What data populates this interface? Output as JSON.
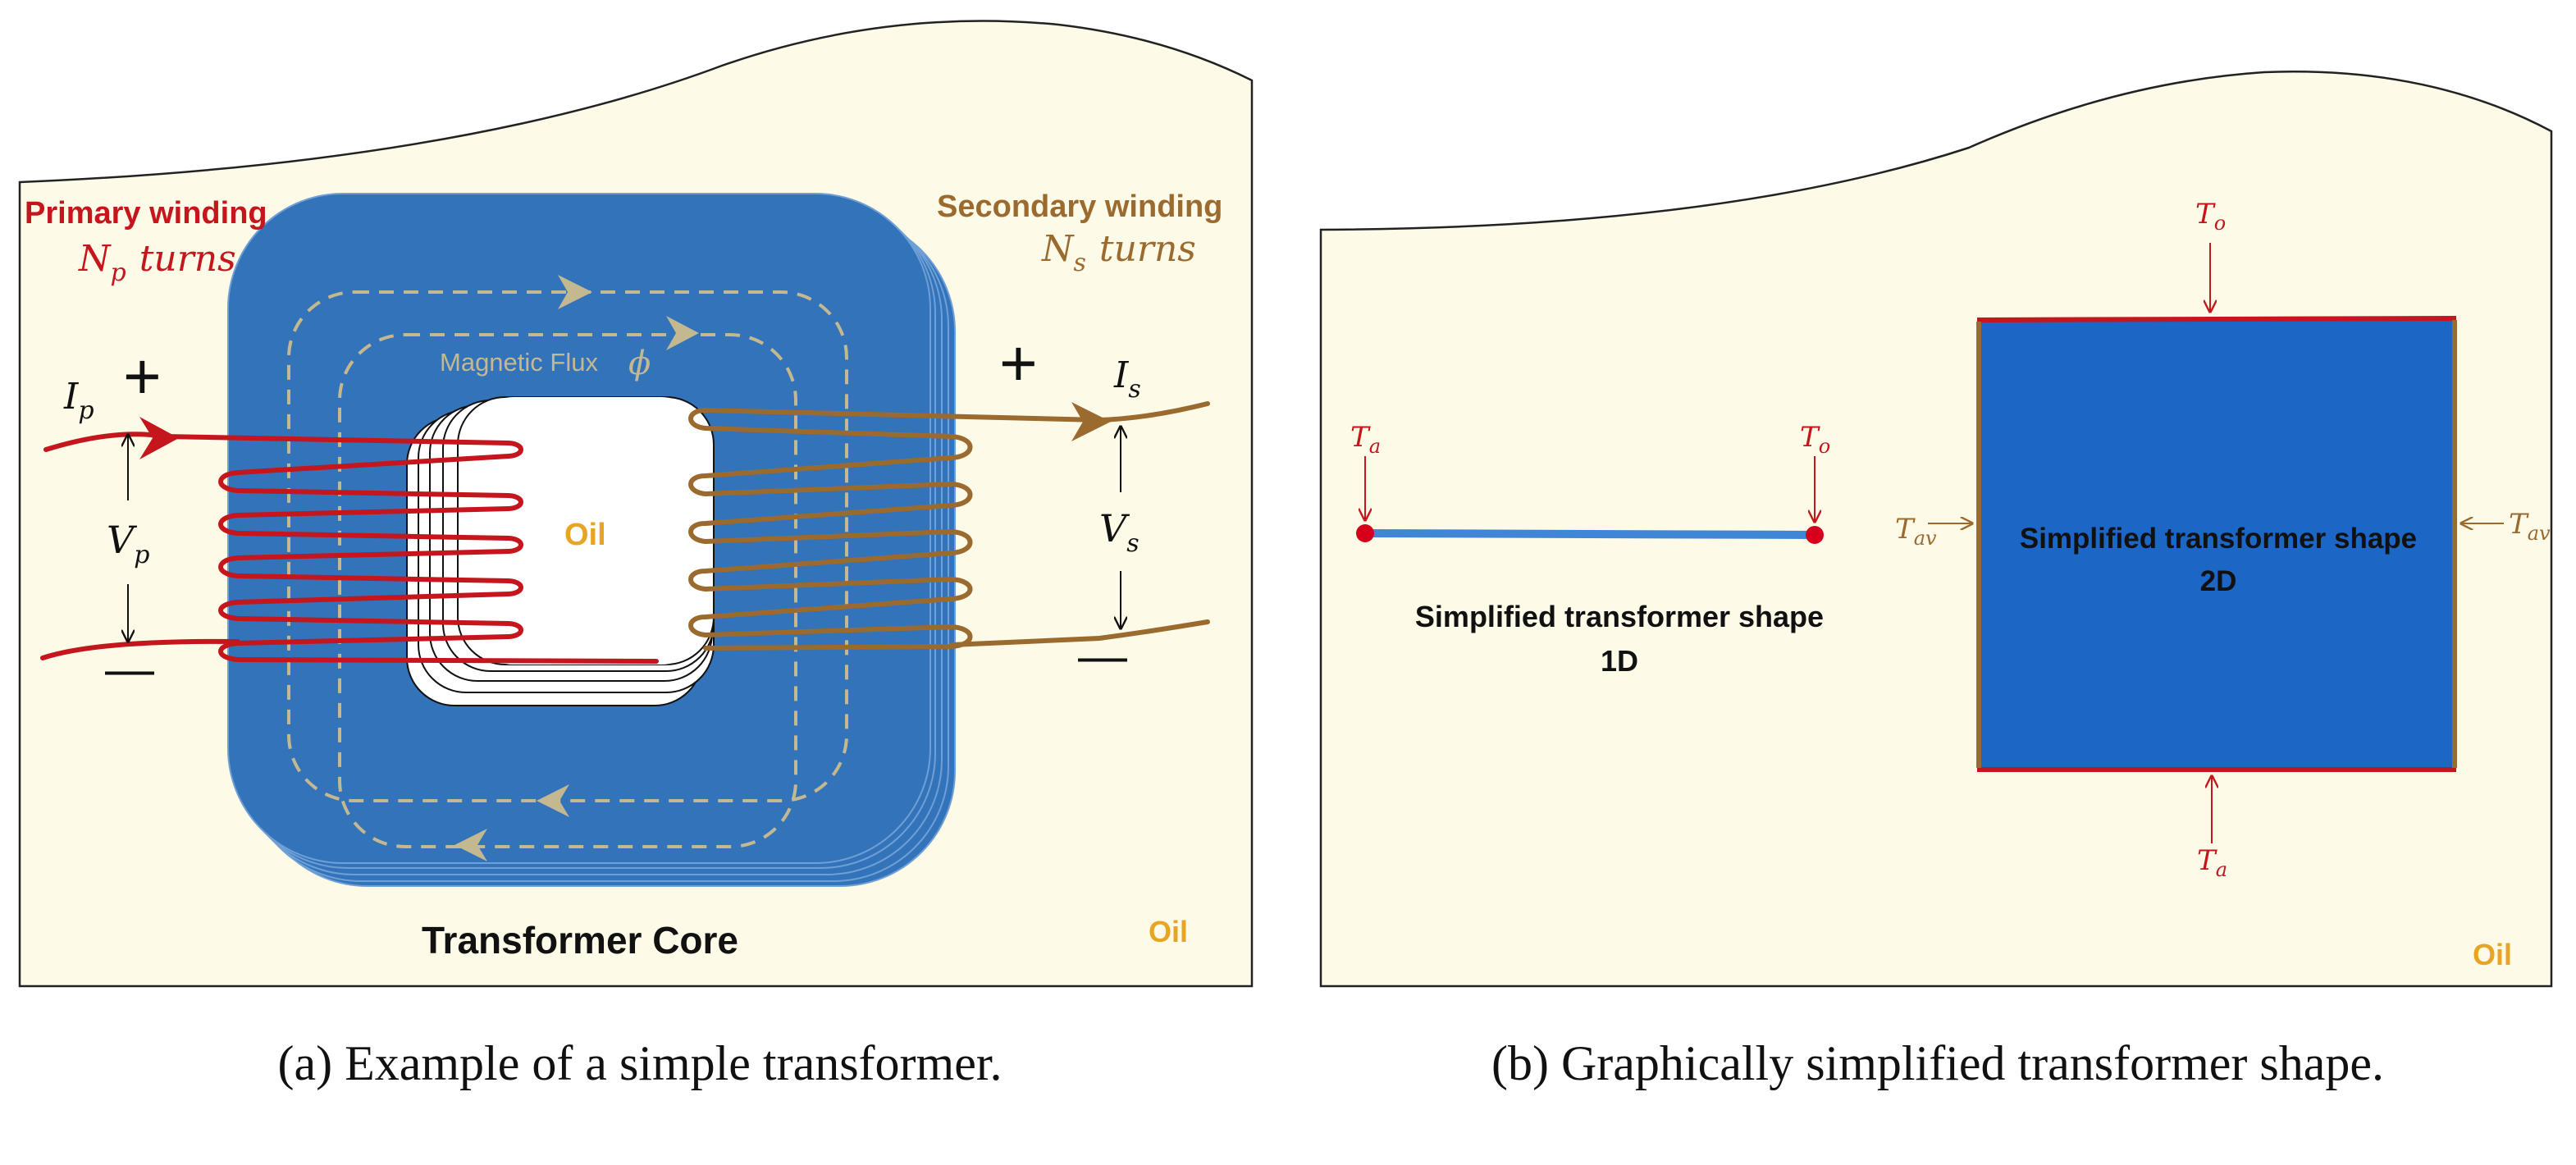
{
  "colors": {
    "background": "#fdfae8",
    "outline": "#222222",
    "core": "#3373b9",
    "core_edge": "#6e9fd6",
    "flux": "#c4b890",
    "primary": "#c4161c",
    "secondary": "#9b6a2f",
    "oil": "#e8a524",
    "shape2d": "#1c66c6",
    "line1d": "#3f86d6",
    "marker": "#d6001c"
  },
  "panel_a": {
    "primary": {
      "title": "Primary winding",
      "turns_sym": "N",
      "turns_sub": "p",
      "turns_word": "turns",
      "current_sym": "I",
      "current_sub": "p",
      "voltage_sym": "V",
      "voltage_sub": "p"
    },
    "secondary": {
      "title": "Secondary winding",
      "turns_sym": "N",
      "turns_sub": "s",
      "turns_word": "turns",
      "current_sym": "I",
      "current_sub": "s",
      "voltage_sym": "V",
      "voltage_sub": "s"
    },
    "flux_label": "Magnetic Flux",
    "flux_symbol": "ϕ",
    "core_label": "Transformer Core",
    "oil_inner": "Oil",
    "oil_outer": "Oil",
    "plus_sign": "+",
    "minus_sign": "—",
    "caption": "(a) Example of a simple transformer."
  },
  "panel_b": {
    "shape1d": {
      "label_line1": "Simplified transformer shape",
      "label_line2": "1D",
      "left_sym": "T",
      "left_sub": "a",
      "right_sym": "T",
      "right_sub": "o"
    },
    "shape2d": {
      "label_line1": "Simplified transformer shape",
      "label_line2": "2D",
      "top_sym": "T",
      "top_sub": "o",
      "bottom_sym": "T",
      "bottom_sub": "a",
      "left_sym": "T",
      "left_sub": "av",
      "right_sym": "T",
      "right_sub": "av"
    },
    "oil": "Oil",
    "caption": "(b) Graphically simplified transformer shape."
  }
}
